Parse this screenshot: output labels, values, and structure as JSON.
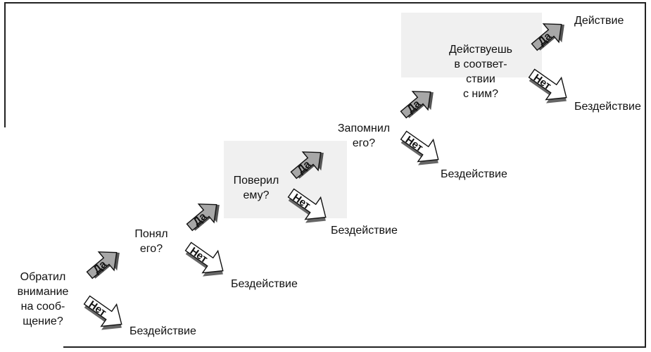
{
  "steps": [
    {
      "question": "Обратил\nвнимание\nна сооб-\nщение?",
      "yes": "Да",
      "no": "Нет",
      "outcome_no": "Бездействие"
    },
    {
      "question": "Понял\nего?",
      "yes": "Да",
      "no": "Нет",
      "outcome_no": "Бездействие"
    },
    {
      "question": "Поверил\nему?",
      "yes": "Да",
      "no": "Нет",
      "outcome_no": "Бездействие"
    },
    {
      "question": "Запомнил\nего?",
      "yes": "Да",
      "no": "Нет",
      "outcome_no": "Бездействие"
    },
    {
      "question": "Действуешь\nв соответ-\nствии\nс ним?",
      "yes": "Да",
      "no": "Нет",
      "outcome_no": "Бездействие",
      "outcome_yes": "Действие"
    }
  ],
  "colors": {
    "yes_fill": "#a7a7a7",
    "no_fill": "#ffffff",
    "stroke": "#111111",
    "shade": "#f0f0f0"
  }
}
